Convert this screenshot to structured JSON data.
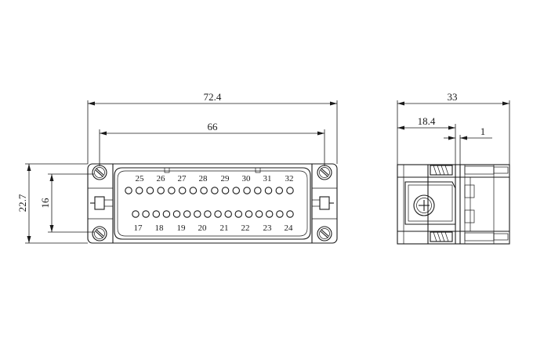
{
  "front_view": {
    "dimensions": {
      "overall_width": "72.4",
      "mount_hole_spacing": "66",
      "overall_height": "22.7",
      "hole_vertical_spacing": "16"
    },
    "pin_numbers_top": [
      "25",
      "26",
      "27",
      "28",
      "29",
      "30",
      "31",
      "32"
    ],
    "pin_numbers_bottom": [
      "17",
      "18",
      "19",
      "20",
      "21",
      "22",
      "23",
      "24"
    ]
  },
  "side_view": {
    "dimensions": {
      "overall_depth": "33",
      "body_depth": "18.4",
      "flange_thickness": "1"
    }
  }
}
